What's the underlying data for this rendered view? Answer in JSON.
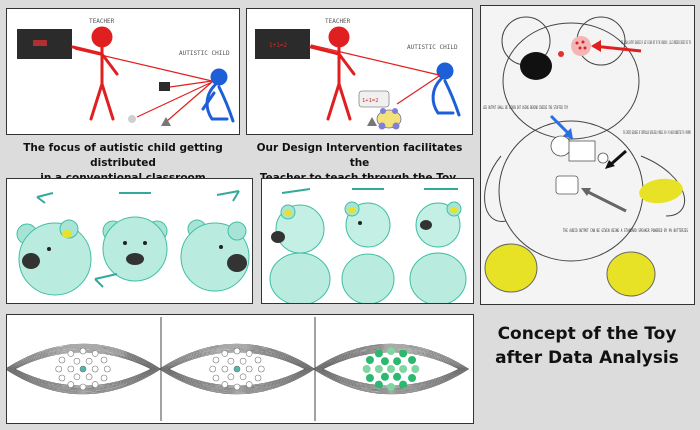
{
  "panel1": {
    "teacher_label": "TEACHER",
    "child_label": "AUTISTIC CHILD",
    "caption_line1": "The focus of autistic child getting distributed",
    "caption_line2": "in a conventional classroom environment."
  },
  "panel2": {
    "teacher_label": "TEACHER",
    "child_label": "AUTISTIC CHILD",
    "board_text": "1+1=2",
    "toy_text": "1+1=2",
    "caption_line1": "Our Design Intervention facilitates the",
    "caption_line2": "Teacher to teach through the Toy."
  },
  "concept": {
    "line1": "Concept of the Toy",
    "line2": "after Data Analysis"
  },
  "concept_notes": {
    "eye_note": "THE VISUAL OUTPUT SEQUENCE OF LED'S GIVEN OUT BY THE ARDUINO / LILLI EMBEDDED INSIDE THE TOY",
    "led_note": "LED OUTPUT SHALL BE GIVEN OUT USING BEHIND INSIDE THE STUFFED TOY",
    "control_note": "THE ENTIRE SEQUENCE OF CONTROLLED WIRELESSLY MOBILE OR A PC WHEN CONNECTED TO A MEMORY",
    "audio_note": "THE AUDIO OUTPUT CAN BE GIVEN USING A STANDARD SPEAKER POWERED BY 9V BATTERIES"
  },
  "colors": {
    "teacher": "#e02020",
    "child": "#1e5fd8",
    "board": "#2b2b2b",
    "teal": "#3fbfa5",
    "yellow": "#e8e226",
    "led_green": "#2db86f"
  }
}
